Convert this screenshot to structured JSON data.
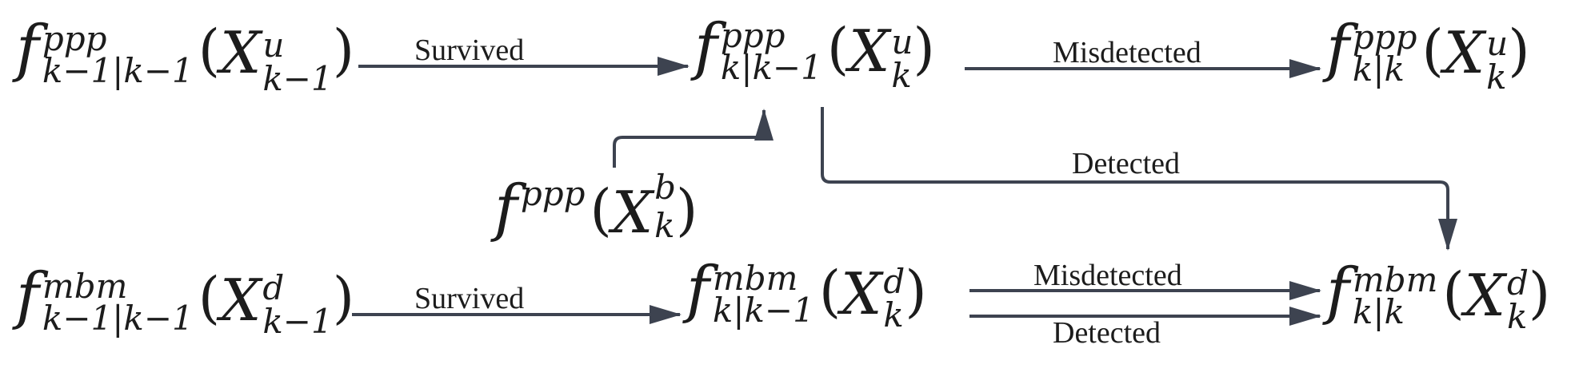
{
  "nodes": {
    "ppp_prev": {
      "f": "f",
      "sup": "ppp",
      "sub": "k−1|k−1",
      "lparen": "(",
      "X": "X",
      "xsup": "u",
      "xsub": "k−1",
      "rparen": ")"
    },
    "ppp_pred": {
      "f": "f",
      "sup": "ppp",
      "sub": "k|k−1",
      "lparen": "(",
      "X": "X",
      "xsup": "u",
      "xsub": "k",
      "rparen": ")"
    },
    "ppp_upd": {
      "f": "f",
      "sup": "ppp",
      "sub": "k|k",
      "lparen": "(",
      "X": "X",
      "xsup": "u",
      "xsub": "k",
      "rparen": ")"
    },
    "ppp_birth": {
      "f": "f",
      "sup": "ppp",
      "sub": "",
      "lparen": "(",
      "X": "X",
      "xsup": "b",
      "xsub": "k",
      "rparen": ")"
    },
    "mbm_prev": {
      "f": "f",
      "sup": "mbm",
      "sub": "k−1|k−1",
      "lparen": "(",
      "X": "X",
      "xsup": "d",
      "xsub": "k−1",
      "rparen": ")"
    },
    "mbm_pred": {
      "f": "f",
      "sup": "mbm",
      "sub": "k|k−1",
      "lparen": "(",
      "X": "X",
      "xsup": "d",
      "xsub": "k",
      "rparen": ")"
    },
    "mbm_upd": {
      "f": "f",
      "sup": "mbm",
      "sub": "k|k",
      "lparen": "(",
      "X": "X",
      "xsup": "d",
      "xsub": "k",
      "rparen": ")"
    }
  },
  "edges": {
    "ppp_survived": "Survived",
    "ppp_misdetected": "Misdetected",
    "ppp_detected": "Detected",
    "mbm_survived": "Survived",
    "mbm_misdetected": "Misdetected",
    "mbm_detected": "Detected"
  },
  "colors": {
    "arrow": "#3d4350",
    "text": "#1c1c1c"
  }
}
